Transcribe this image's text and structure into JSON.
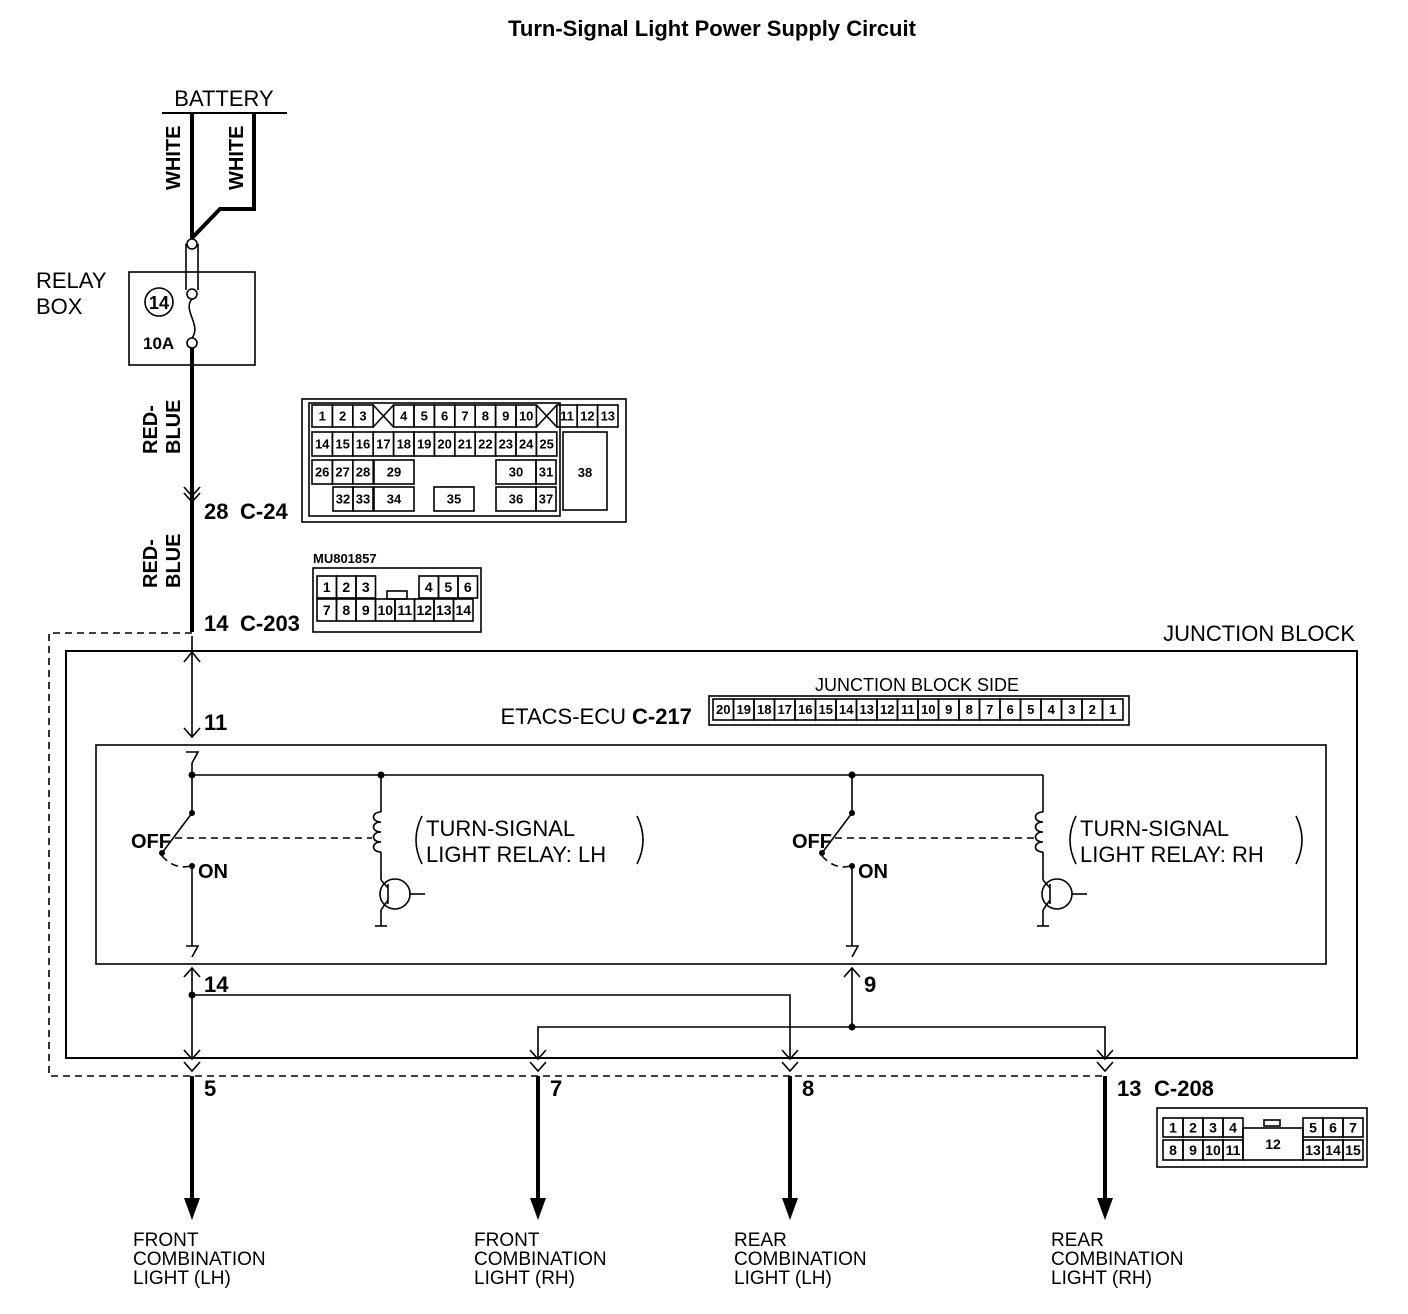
{
  "title": "Turn-Signal Light Power Supply Circuit",
  "battery": "BATTERY",
  "wires": {
    "white": "WHITE",
    "red": "RED-",
    "blue": "BLUE"
  },
  "relay_box": {
    "line1": "RELAY",
    "line2": "BOX",
    "fuse_number": "14",
    "fuse_rating": "10A"
  },
  "connectors": {
    "c24": {
      "pin": "28",
      "id": "C-24"
    },
    "c203": {
      "pin": "14",
      "id": "C-203",
      "part_no": "MU801857"
    },
    "c208": {
      "id": "C-208"
    }
  },
  "junction_block": {
    "label": "JUNCTION BLOCK",
    "side_label": "JUNCTION BLOCK SIDE",
    "ecu_label": "ETACS-ECU",
    "ecu_connector": "C-217",
    "pin_in": "11",
    "pin_lh": "14",
    "pin_rh": "9"
  },
  "relays": {
    "lh": {
      "line1": "TURN-SIGNAL",
      "line2": "LIGHT RELAY: LH"
    },
    "rh": {
      "line1": "TURN-SIGNAL",
      "line2": "LIGHT RELAY: RH"
    },
    "off": "OFF",
    "on": "ON"
  },
  "outputs": [
    {
      "pin": "5",
      "line1": "FRONT",
      "line2": "COMBINATION",
      "line3": "LIGHT (LH)"
    },
    {
      "pin": "7",
      "line1": "FRONT",
      "line2": "COMBINATION",
      "line3": "LIGHT (RH)"
    },
    {
      "pin": "8",
      "line1": "REAR",
      "line2": "COMBINATION",
      "line3": "LIGHT (LH)"
    },
    {
      "pin": "13",
      "line1": "REAR",
      "line2": "COMBINATION",
      "line3": "LIGHT (RH)"
    }
  ],
  "c24_pins": [
    "1",
    "2",
    "3",
    "4",
    "5",
    "6",
    "7",
    "8",
    "9",
    "10",
    "11",
    "12",
    "13",
    "14",
    "15",
    "16",
    "17",
    "18",
    "19",
    "20",
    "21",
    "22",
    "23",
    "24",
    "25",
    "26",
    "27",
    "28",
    "29",
    "30",
    "31",
    "32",
    "33",
    "34",
    "35",
    "36",
    "37",
    "38"
  ],
  "c203_pins": [
    "1",
    "2",
    "3",
    "4",
    "5",
    "6",
    "7",
    "8",
    "9",
    "10",
    "11",
    "12",
    "13",
    "14"
  ],
  "c217_pins": [
    "20",
    "19",
    "18",
    "17",
    "16",
    "15",
    "14",
    "13",
    "12",
    "11",
    "10",
    "9",
    "8",
    "7",
    "6",
    "5",
    "4",
    "3",
    "2",
    "1"
  ],
  "c208_pins": [
    "1",
    "2",
    "3",
    "4",
    "5",
    "6",
    "7",
    "8",
    "9",
    "10",
    "11",
    "12",
    "13",
    "14",
    "15"
  ]
}
